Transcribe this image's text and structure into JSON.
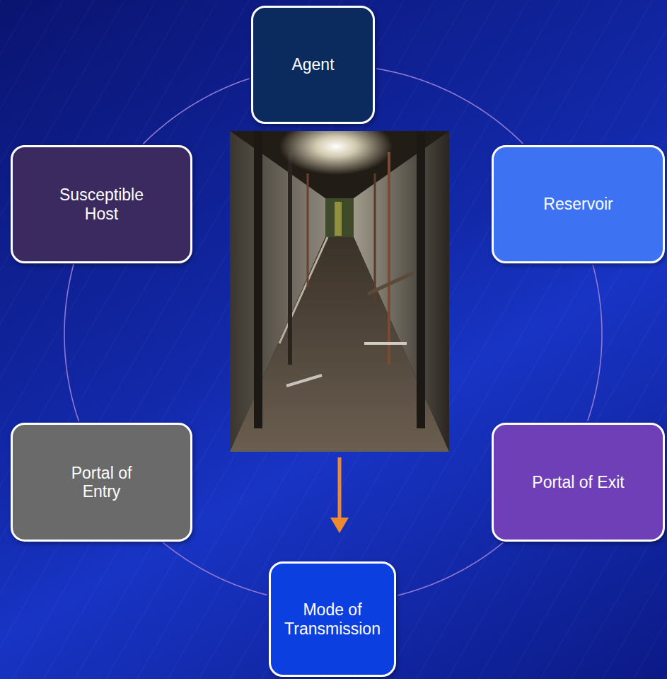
{
  "diagram": {
    "nodes": [
      {
        "text": [
          "Agent"
        ]
      },
      {
        "text": [
          "Susceptible Host"
        ]
      },
      {
        "text": [
          "Reservoir"
        ]
      },
      {
        "text": [
          "Portal of Entry"
        ]
      },
      {
        "text": [
          "Portal of Exit"
        ]
      },
      {
        "text": [
          "Mode of Transmission"
        ]
      }
    ],
    "edges": [
      {
        "from": 0,
        "to": 2,
        "arrow": "none"
      },
      {
        "from": 2,
        "to": 4,
        "arrow": "none"
      },
      {
        "from": 4,
        "to": 5,
        "arrow": "none"
      },
      {
        "from": 5,
        "to": 3,
        "arrow": "none"
      },
      {
        "from": 3,
        "to": 1,
        "arrow": "none"
      },
      {
        "from": 1,
        "to": 0,
        "arrow": "none"
      }
    ]
  }
}
